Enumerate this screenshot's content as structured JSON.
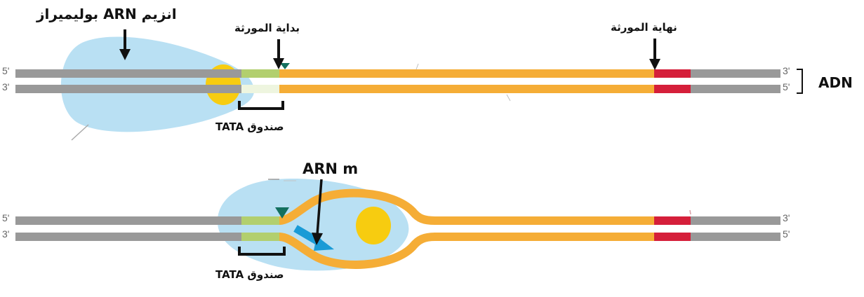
{
  "labels": {
    "polymerase": "انزيم ARN بوليميراز",
    "gene_start": "بداية المورثة",
    "gene_end": "نهاية المورثة",
    "adn": "ADN",
    "tata_top": "صندوق TATA",
    "tata_bottom": "صندوق TATA",
    "arn_m": "ARN m"
  },
  "strand_ends": {
    "top_left_upper": "5'",
    "top_left_lower": "3'",
    "top_right_upper": "3'",
    "top_right_lower": "5'",
    "bot_left_upper": "5'",
    "bot_left_lower": "3'",
    "bot_right_upper": "3'",
    "bot_right_lower": "5'"
  },
  "colors": {
    "strand_gray": "#999999",
    "gene_orange": "#f5ad36",
    "tata_green": "#b2cf6e",
    "terminator_red": "#d51f3a",
    "polymerase_blue": "#b9e0f3",
    "factor_yellow": "#f7cc10",
    "start_marker_teal": "#13705e",
    "mrna_blue": "#1a9bd6"
  }
}
